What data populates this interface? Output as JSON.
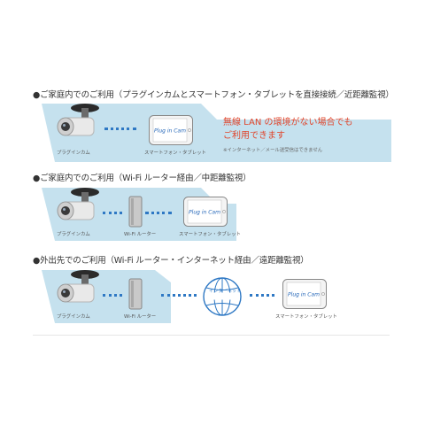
{
  "sections": [
    {
      "heading": "●ご家庭内でのご利用（プラグインカムとスマートフォン・タブレットを直接接続／近距離監視）",
      "camera_label": "プラグインカム",
      "tablet_label": "スマートフォン・タブレット",
      "red_line1": "無線 LAN の環境がない場合でも",
      "red_line2": "ご利用できます",
      "note": "※インターネット／メール送受信はできません"
    },
    {
      "heading": "●ご家庭内でのご利用（Wi-Fi ルーター経由／中距離監視）",
      "camera_label": "プラグインカム",
      "router_label": "Wi-Fi ルーター",
      "tablet_label": "スマートフォン・タブレット"
    },
    {
      "heading": "●外出先でのご利用（Wi-Fi ルーター・インターネット経由／遠距離監視）",
      "camera_label": "プラグインカム",
      "router_label": "Wi-Fi ルーター",
      "globe_label": "インターネット",
      "tablet_label": "スマートフォン・タブレット"
    }
  ],
  "tablet_logo": "Plug in Cam",
  "colors": {
    "panel": "#c5e1ee",
    "dots": "#2e78c4",
    "red": "#e0442a",
    "globe": "#2e78c4"
  },
  "icons": [
    "camera-icon",
    "router-icon",
    "globe-icon",
    "tablet-icon"
  ]
}
